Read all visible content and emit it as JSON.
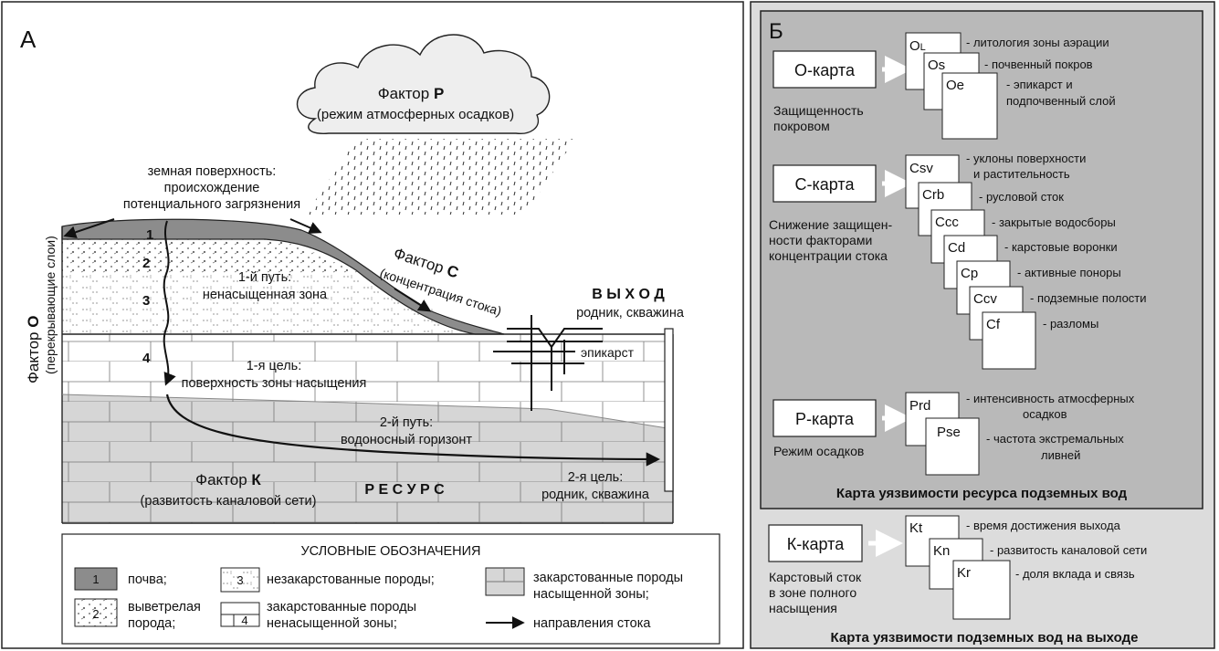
{
  "panel_a": {
    "label": "А",
    "cloud": {
      "title_prefix": "Фактор ",
      "title_letter": "P",
      "subtitle": "(режим атмосферных осадков)"
    },
    "surface_note": [
      "земная поверхность:",
      "происхождение",
      "потенциального загрязнения"
    ],
    "factor_o": {
      "prefix": "Фактор ",
      "letter": "О",
      "subtitle": "(перекрывающие слои)"
    },
    "factor_c": {
      "prefix": "Фактор ",
      "letter": "С",
      "subtitle": "(концентрация стока)"
    },
    "factor_k": {
      "prefix": "Фактор ",
      "letter": "К",
      "subtitle": "(развитость каналовой сети)"
    },
    "layer_numbers": [
      "1",
      "2",
      "3",
      "4"
    ],
    "path1": [
      "1-й путь:",
      "ненасыщенная зона"
    ],
    "target1": [
      "1-я цель:",
      "поверхность зоны насыщения"
    ],
    "path2": [
      "2-й путь:",
      "водоносный горизонт"
    ],
    "target2": [
      "2-я цель:",
      "родник, скважина"
    ],
    "exit": {
      "title": "В Ы Х О Д",
      "subtitle": "родник, скважина"
    },
    "epikarst": "эпикарст",
    "resource": "Р Е С У Р С",
    "legend": {
      "title": "УСЛОВНЫЕ ОБОЗНАЧЕНИЯ",
      "items": [
        {
          "num": "1",
          "lines": [
            "почва;"
          ]
        },
        {
          "num": "2",
          "lines": [
            "выветрелая",
            "порода;"
          ]
        },
        {
          "num": "3",
          "lines": [
            "незакарстованные породы;"
          ]
        },
        {
          "num": "4",
          "lines": [
            "закарстованные породы",
            "ненасыщенной зоны;"
          ]
        },
        {
          "num": "",
          "lines": [
            "закарстованные породы",
            "насыщенной зоны;"
          ]
        },
        {
          "num": "",
          "lines": [
            "направления стока"
          ]
        }
      ]
    }
  },
  "panel_b": {
    "label": "Б",
    "o_map": {
      "title": "О-карта",
      "caption": [
        "Защищенность",
        "покровом"
      ],
      "cards": [
        {
          "code_main": "O",
          "code_sub": "L",
          "desc": [
            "- литология зоны аэрации"
          ]
        },
        {
          "code_main": "Os",
          "code_sub": "",
          "desc": [
            "- почвенный покров"
          ]
        },
        {
          "code_main": "Oe",
          "code_sub": "",
          "desc": [
            "- эпикарст и",
            "подпочвенный слой"
          ]
        }
      ]
    },
    "c_map": {
      "title": "С-карта",
      "caption": [
        "Снижение защищен-",
        "ности факторами",
        "концентрации стока"
      ],
      "cards": [
        {
          "code": "Csv",
          "desc": [
            "- уклоны поверхности",
            "и растительность"
          ]
        },
        {
          "code": "Crb",
          "desc": [
            "- русловой сток"
          ]
        },
        {
          "code": "Ccc",
          "desc": [
            "- закрытые водосборы"
          ]
        },
        {
          "code": "Cd",
          "desc": [
            "- карстовые воронки"
          ]
        },
        {
          "code": "Cp",
          "desc": [
            "- активные поноры"
          ]
        },
        {
          "code": "Ccv",
          "desc": [
            "- подземные полости"
          ]
        },
        {
          "code": "Cf",
          "desc": [
            "- разломы"
          ]
        }
      ]
    },
    "p_map": {
      "title": "P-карта",
      "caption": [
        "Режим осадков"
      ],
      "cards": [
        {
          "code": "Prd",
          "desc": [
            "- интенсивность атмосферных",
            "осадков"
          ]
        },
        {
          "code": "Pse",
          "desc": [
            "- частота экстремальных",
            "ливней"
          ]
        }
      ]
    },
    "resource_title": "Карта уязвимости ресурса подземных вод",
    "k_map": {
      "title": "К-карта",
      "caption": [
        "Карстовый сток",
        "в зоне полного",
        "насыщения"
      ],
      "cards": [
        {
          "code": "Kt",
          "desc": [
            "- время достижения выхода"
          ]
        },
        {
          "code": "Kn",
          "desc": [
            "- развитость каналовой сети"
          ]
        },
        {
          "code": "Kr",
          "desc": [
            "- доля вклада и связь"
          ]
        }
      ]
    },
    "exit_title": "Карта уязвимости подземных вод на выходе"
  },
  "colors": {
    "frame": "#222222",
    "soil": "#8c8c8c",
    "saturated_rock": "#d6d6d6",
    "panel_b_dark": "#b9b9b9",
    "panel_b_light": "#dcdcdc",
    "cloud": "#eeeeee"
  },
  "icons": [
    "cloud-icon",
    "rain-icon",
    "arrow-right-icon",
    "well-icon",
    "sinkhole-icon"
  ]
}
